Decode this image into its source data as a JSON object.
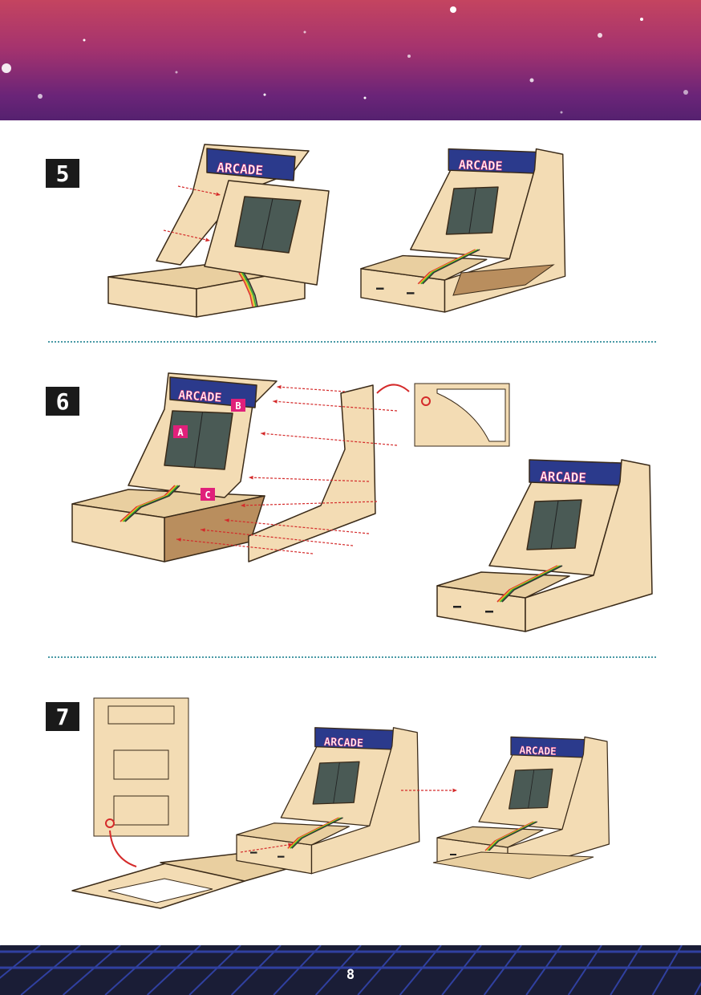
{
  "page_number": "8",
  "steps": [
    {
      "number": "5"
    },
    {
      "number": "6",
      "labels": [
        "A",
        "B",
        "C"
      ]
    },
    {
      "number": "7"
    }
  ],
  "marquee_text": "ARCADE",
  "colors": {
    "wood": "#f3dcb4",
    "wood_edge": "#3a2a18",
    "screen": "#4a5a55",
    "marquee": "#2b3a8c",
    "label": "#e0207a",
    "arrow": "#d42a2a",
    "footer_bg": "#1a1d36",
    "footer_grid": "#3040a0"
  }
}
